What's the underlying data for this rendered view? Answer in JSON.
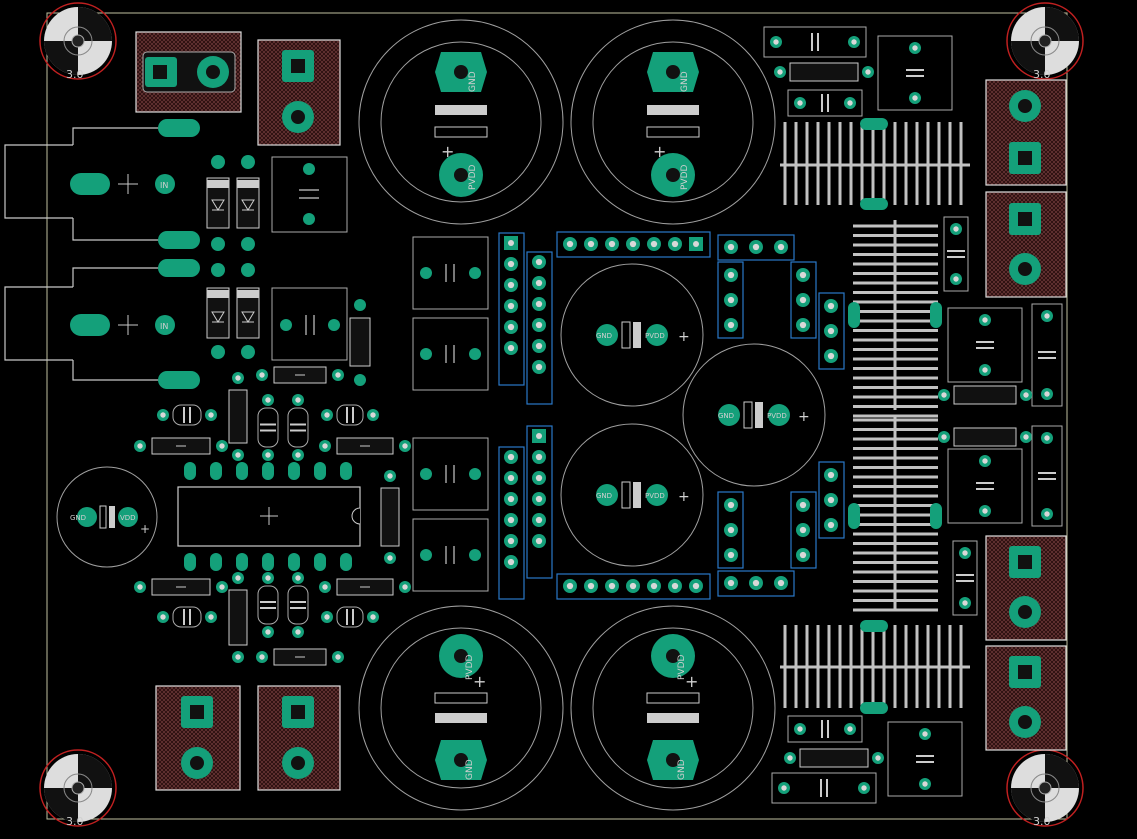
{
  "board": {
    "background": "#000000",
    "outline_color": "#c0c0a0",
    "pad_color": "#14a07a",
    "silk_color": "#c8c8c8",
    "socket_outline_color": "#2a78c8",
    "hatch_color": "#8a5050"
  },
  "capacitor_labels": {
    "gnd": "GND",
    "pvdd": "PVDD",
    "plus": "+"
  },
  "regulator_labels": {
    "in": "IN"
  },
  "mounting_hole_labels": {
    "top_left": "3.0",
    "top_right": "3.0",
    "bottom_left": "3.0",
    "bottom_right": "3.0"
  },
  "small_cap_labels": {
    "gnd": "GND",
    "vdd": "VDD"
  }
}
